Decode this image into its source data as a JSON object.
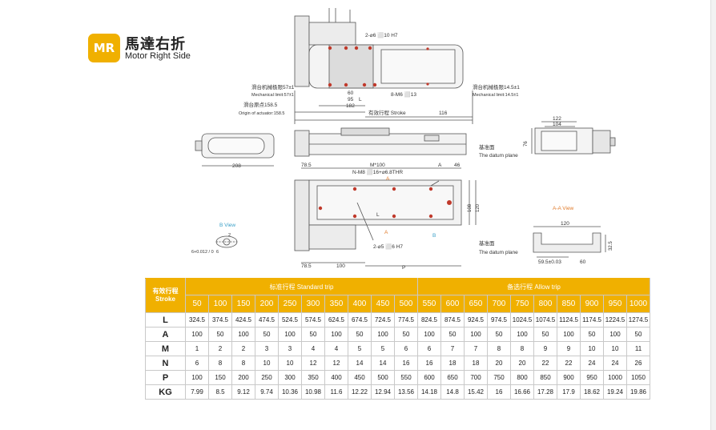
{
  "header": {
    "logo": "MR",
    "title_cn": "馬達右折",
    "title_en": "Motor Right Side"
  },
  "drawing": {
    "labels": {
      "hole_top": "2-⌀6 ⬜10 H7",
      "mech_left_cn": "滑台机械极限57±1",
      "mech_left_en": "Mechanical limit:57±1",
      "mech_right_cn": "滑台机械极限14.5±1",
      "mech_right_en": "Mechanical limit:14.5±1",
      "origin_cn": "滑台原点158.5",
      "origin_en": "Origin of actuator:158.5",
      "d60": "60",
      "d95": "95",
      "d182": "182",
      "m6": "8-M6 ⬜13",
      "L": "L",
      "stroke": "有效行程 Stroke",
      "d116": "116",
      "d208": "208",
      "d785a": "78.5",
      "m100": "M*100",
      "A": "A",
      "d46": "46",
      "nm8": "N-M8 ⬜16+⌀6.8THR",
      "d108": "108",
      "d120v": "120",
      "hole_bottom": "2-⌀5 ⬜6 H7",
      "B": "B",
      "d785b": "78.5",
      "d100": "100",
      "P": "P",
      "bview": "B View",
      "tol": "6+0.012 / 0",
      "tol6": "6",
      "tol2": "2",
      "d122": "122",
      "d104": "104",
      "d76": "76",
      "datum_cn": "基准面",
      "datum_en": "The datum plane",
      "aaview": "A-A View",
      "d120h": "120",
      "d595": "59.5±0.03",
      "d60b": "60",
      "d325": "32.5"
    }
  },
  "table": {
    "stroke_label_cn": "有效行程",
    "stroke_label_en": "Stroke",
    "standard_label": "标准行程 Standard trip",
    "allow_label": "备选行程 Allow trip",
    "strokes": [
      "50",
      "100",
      "150",
      "200",
      "250",
      "300",
      "350",
      "400",
      "450",
      "500",
      "550",
      "600",
      "650",
      "700",
      "750",
      "800",
      "850",
      "900",
      "950",
      "1000"
    ],
    "rows": [
      {
        "label": "L",
        "values": [
          "324.5",
          "374.5",
          "424.5",
          "474.5",
          "524.5",
          "574.5",
          "624.5",
          "674.5",
          "724.5",
          "774.5",
          "824.5",
          "874.5",
          "924.5",
          "974.5",
          "1024.5",
          "1074.5",
          "1124.5",
          "1174.5",
          "1224.5",
          "1274.5"
        ]
      },
      {
        "label": "A",
        "values": [
          "100",
          "50",
          "100",
          "50",
          "100",
          "50",
          "100",
          "50",
          "100",
          "50",
          "100",
          "50",
          "100",
          "50",
          "100",
          "50",
          "100",
          "50",
          "100",
          "50"
        ]
      },
      {
        "label": "M",
        "values": [
          "1",
          "2",
          "2",
          "3",
          "3",
          "4",
          "4",
          "5",
          "5",
          "6",
          "6",
          "7",
          "7",
          "8",
          "8",
          "9",
          "9",
          "10",
          "10",
          "11"
        ]
      },
      {
        "label": "N",
        "values": [
          "6",
          "8",
          "8",
          "10",
          "10",
          "12",
          "12",
          "14",
          "14",
          "16",
          "16",
          "18",
          "18",
          "20",
          "20",
          "22",
          "22",
          "24",
          "24",
          "26"
        ]
      },
      {
        "label": "P",
        "values": [
          "100",
          "150",
          "200",
          "250",
          "300",
          "350",
          "400",
          "450",
          "500",
          "550",
          "600",
          "650",
          "700",
          "750",
          "800",
          "850",
          "900",
          "950",
          "1000",
          "1050"
        ]
      },
      {
        "label": "KG",
        "values": [
          "7.99",
          "8.5",
          "9.12",
          "9.74",
          "10.36",
          "10.98",
          "11.6",
          "12.22",
          "12.94",
          "13.56",
          "14.18",
          "14.8",
          "15.42",
          "16",
          "16.66",
          "17.28",
          "17.9",
          "18.62",
          "19.24",
          "19.86"
        ]
      }
    ]
  },
  "colors": {
    "accent": "#f0b000",
    "bview": "#3aa0c8",
    "aa": "#e07a2a",
    "hole": "#c0392b"
  }
}
